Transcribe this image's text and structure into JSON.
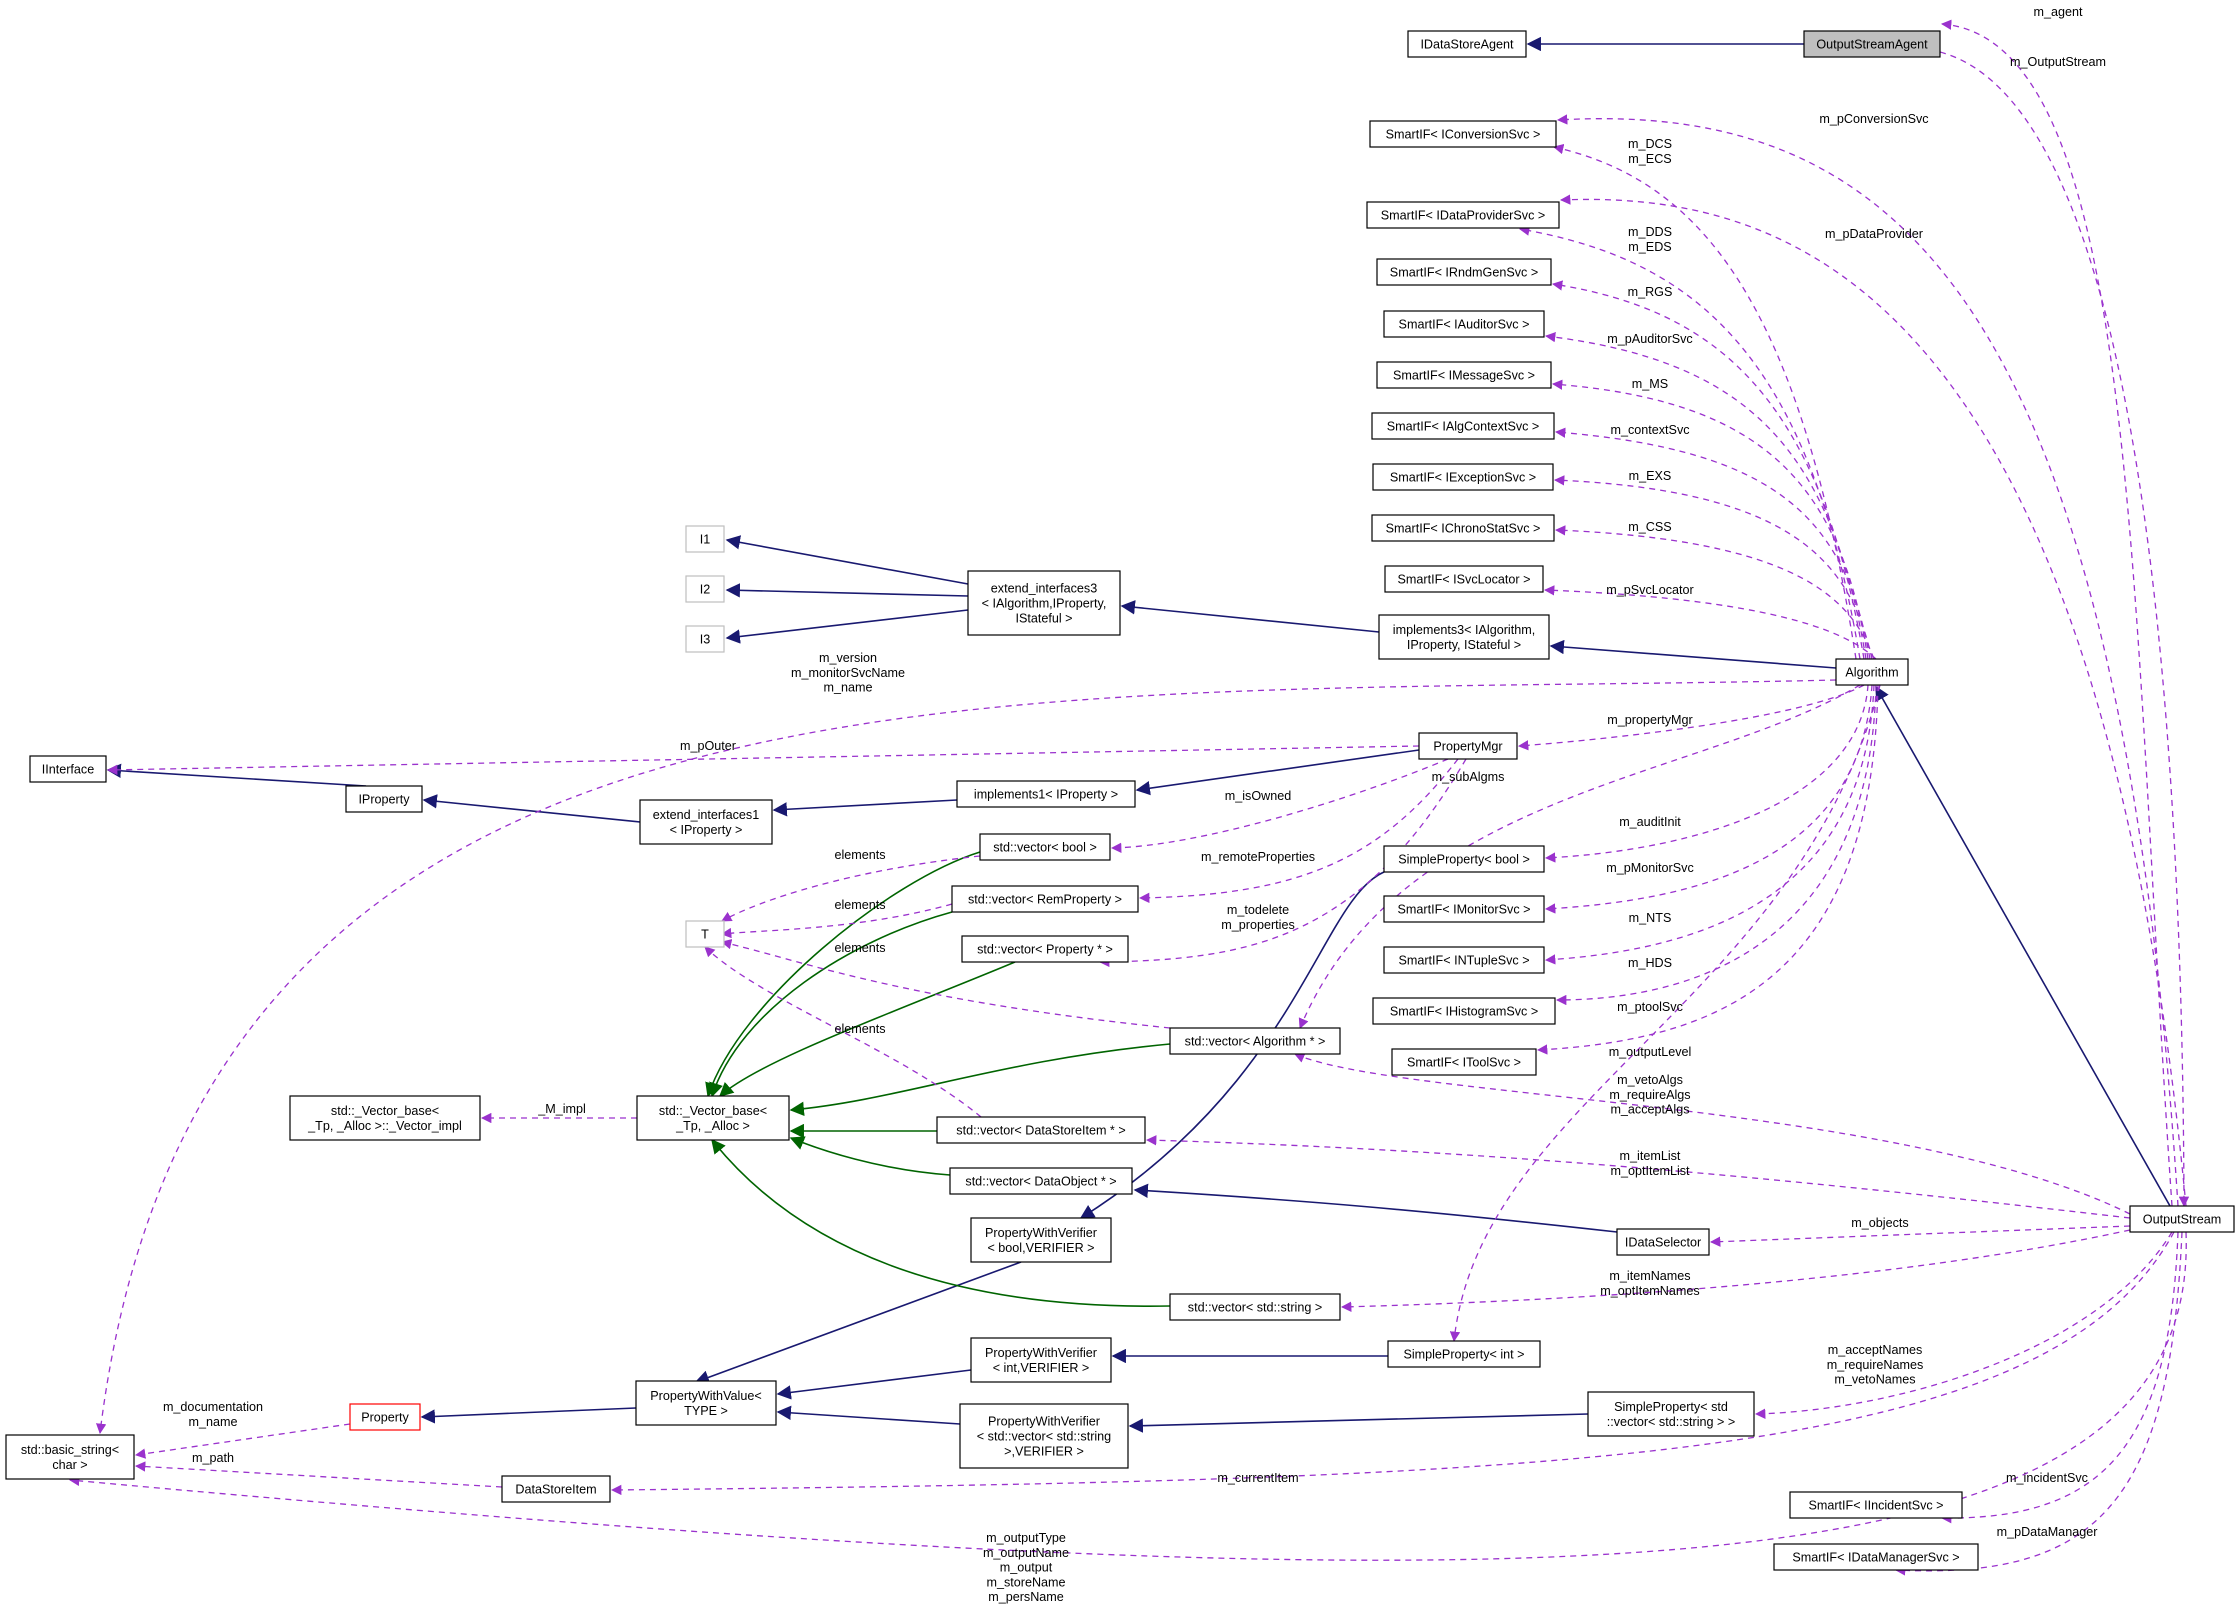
{
  "colors": {
    "inherit": "#191970",
    "template": "#006400",
    "usage": "#9a32cd",
    "node_border": "#000000",
    "ghost_border": "#bfbfbf",
    "highlight_fill": "#bfbfbf",
    "red_border": "#ff0000"
  },
  "nodes": {
    "IDataStoreAgent": [
      "IDataStoreAgent"
    ],
    "OutputStreamAgent": [
      "OutputStreamAgent"
    ],
    "ConvSvc": [
      "SmartIF< IConversionSvc >"
    ],
    "DataProv": [
      "SmartIF< IDataProviderSvc >"
    ],
    "RndmGen": [
      "SmartIF< IRndmGenSvc >"
    ],
    "Auditor": [
      "SmartIF< IAuditorSvc >"
    ],
    "Message": [
      "SmartIF< IMessageSvc >"
    ],
    "AlgCtx": [
      "SmartIF< IAlgContextSvc >"
    ],
    "Exception": [
      "SmartIF< IExceptionSvc >"
    ],
    "Chrono": [
      "SmartIF< IChronoStatSvc >"
    ],
    "SvcLoc": [
      "SmartIF< ISvcLocator >"
    ],
    "I1": [
      "I1"
    ],
    "I2": [
      "I2"
    ],
    "I3": [
      "I3"
    ],
    "ExtIf3": [
      "extend_interfaces3",
      "< IAlgorithm,IProperty,",
      "IStateful >"
    ],
    "Impl3": [
      "implements3< IAlgorithm,",
      "IProperty, IStateful >"
    ],
    "Algorithm": [
      "Algorithm"
    ],
    "IInterface": [
      "IInterface"
    ],
    "IProperty": [
      "IProperty"
    ],
    "ExtIf1": [
      "extend_interfaces1",
      "< IProperty >"
    ],
    "Impl1": [
      "implements1< IProperty >"
    ],
    "PropertyMgr": [
      "PropertyMgr"
    ],
    "VecBool": [
      "std::vector< bool >"
    ],
    "VecRem": [
      "std::vector< RemProperty >"
    ],
    "T": [
      "T"
    ],
    "VecProp": [
      "std::vector< Property * >"
    ],
    "SPBool": [
      "SimpleProperty< bool >"
    ],
    "Monitor": [
      "SmartIF< IMonitorSvc >"
    ],
    "NTuple": [
      "SmartIF< INTupleSvc >"
    ],
    "Histo": [
      "SmartIF< IHistogramSvc >"
    ],
    "Tool": [
      "SmartIF< IToolSvc >"
    ],
    "VecAlg": [
      "std::vector< Algorithm * >"
    ],
    "VecImpl": [
      "std::_Vector_base<",
      "_Tp, _Alloc >::_Vector_impl"
    ],
    "VecBase": [
      "std::_Vector_base<",
      "_Tp, _Alloc >"
    ],
    "VecDSI": [
      "std::vector< DataStoreItem * >"
    ],
    "VecDO": [
      "std::vector< DataObject * >"
    ],
    "OutputStream": [
      "OutputStream"
    ],
    "PWVBool": [
      "PropertyWithVerifier",
      "< bool,VERIFIER >"
    ],
    "IDataSelector": [
      "IDataSelector"
    ],
    "VecStr": [
      "std::vector< std::string >"
    ],
    "SPInt": [
      "SimpleProperty< int >"
    ],
    "PWVInt": [
      "PropertyWithVerifier",
      "< int,VERIFIER >"
    ],
    "Property": [
      "Property"
    ],
    "PWValue": [
      "PropertyWithValue<",
      "TYPE >"
    ],
    "PWVVec": [
      "PropertyWithVerifier",
      "< std::vector< std::string",
      ">,VERIFIER >"
    ],
    "SPVec": [
      "SimpleProperty< std",
      "::vector< std::string > >"
    ],
    "BasicString": [
      "std::basic_string<",
      "char >"
    ],
    "DataStoreItem": [
      "DataStoreItem"
    ],
    "Incident": [
      "SmartIF< IIncidentSvc >"
    ],
    "DataMgr": [
      "SmartIF< IDataManagerSvc >"
    ]
  },
  "edge_labels": {
    "m_agent": [
      "m_agent"
    ],
    "m_OutputStream": [
      "m_OutputStream"
    ],
    "m_pConversionSvc": [
      "m_pConversionSvc"
    ],
    "m_DCS": [
      "m_DCS",
      "m_ECS"
    ],
    "m_pDataProvider": [
      "m_pDataProvider"
    ],
    "m_DDS": [
      "m_DDS",
      "m_EDS"
    ],
    "m_RGS": [
      "m_RGS"
    ],
    "m_pAuditorSvc": [
      "m_pAuditorSvc"
    ],
    "m_MS": [
      "m_MS"
    ],
    "m_contextSvc": [
      "m_contextSvc"
    ],
    "m_EXS": [
      "m_EXS"
    ],
    "m_CSS": [
      "m_CSS"
    ],
    "m_pSvcLocator": [
      "m_pSvcLocator"
    ],
    "m_version": [
      "m_version",
      "m_monitorSvcName",
      "m_name"
    ],
    "m_pOuter": [
      "m_pOuter"
    ],
    "m_propertyMgr": [
      "m_propertyMgr"
    ],
    "m_subAlgms": [
      "m_subAlgms"
    ],
    "m_isOwned": [
      "m_isOwned"
    ],
    "m_auditInit": [
      "m_auditInit"
    ],
    "elements1": [
      "elements"
    ],
    "m_remoteProperties": [
      "m_remoteProperties"
    ],
    "m_pMonitorSvc": [
      "m_pMonitorSvc"
    ],
    "elements2": [
      "elements"
    ],
    "m_todelete": [
      "m_todelete",
      "m_properties"
    ],
    "m_NTS": [
      "m_NTS"
    ],
    "elements3": [
      "elements"
    ],
    "m_HDS": [
      "m_HDS"
    ],
    "m_ptoolSvc": [
      "m_ptoolSvc"
    ],
    "elements4": [
      "elements"
    ],
    "m_outputLevel": [
      "m_outputLevel"
    ],
    "m_vetoAlgs": [
      "m_vetoAlgs",
      "m_requireAlgs",
      "m_acceptAlgs"
    ],
    "m_impl": [
      "_M_impl"
    ],
    "m_itemList": [
      "m_itemList",
      "m_optItemList"
    ],
    "m_objects": [
      "m_objects"
    ],
    "m_itemNames": [
      "m_itemNames",
      "m_optItemNames"
    ],
    "m_acceptNames": [
      "m_acceptNames",
      "m_requireNames",
      "m_vetoNames"
    ],
    "m_documentation": [
      "m_documentation",
      "m_name"
    ],
    "m_path": [
      "m_path"
    ],
    "m_currentItem": [
      "m_currentItem"
    ],
    "m_incidentSvc": [
      "m_incidentSvc"
    ],
    "m_pDataManager": [
      "m_pDataManager"
    ],
    "m_outputType": [
      "m_outputType",
      "m_outputName",
      "m_output",
      "m_storeName",
      "m_persName"
    ]
  }
}
